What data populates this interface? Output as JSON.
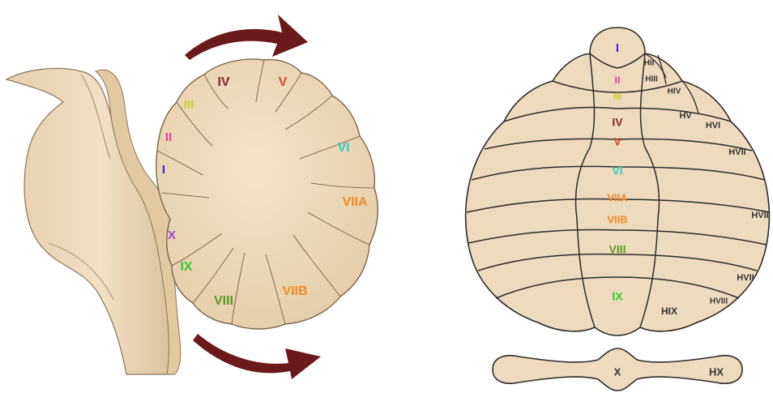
{
  "lateral_view": {
    "lobules": [
      {
        "id": "I",
        "label": "I",
        "color": "#3333cc"
      },
      {
        "id": "II",
        "label": "II",
        "color": "#e0409a"
      },
      {
        "id": "III",
        "label": "III",
        "color": "#cccc33"
      },
      {
        "id": "IV",
        "label": "IV",
        "color": "#7a2a2a"
      },
      {
        "id": "V",
        "label": "V",
        "color": "#d04a2a"
      },
      {
        "id": "VI",
        "label": "VI",
        "color": "#33cccc"
      },
      {
        "id": "VIIA",
        "label": "VIIA",
        "color": "#f08a2a"
      },
      {
        "id": "VIIB",
        "label": "VIIB",
        "color": "#f08a2a"
      },
      {
        "id": "VIII",
        "label": "VIII",
        "color": "#5a9a2a"
      },
      {
        "id": "IX",
        "label": "IX",
        "color": "#33cc33"
      },
      {
        "id": "X",
        "label": "X",
        "color": "#a040e0"
      }
    ]
  },
  "flat_map": {
    "vermis": [
      {
        "id": "I",
        "label": "I",
        "color": "#3333cc"
      },
      {
        "id": "II",
        "label": "II",
        "color": "#e0409a"
      },
      {
        "id": "III",
        "label": "III",
        "color": "#cccc33"
      },
      {
        "id": "IV",
        "label": "IV",
        "color": "#7a2a2a"
      },
      {
        "id": "V",
        "label": "V",
        "color": "#d04a2a"
      },
      {
        "id": "VI",
        "label": "VI",
        "color": "#33cccc"
      },
      {
        "id": "VIIA",
        "label": "VIIA",
        "color": "#f08a2a"
      },
      {
        "id": "VIIB",
        "label": "VIIB",
        "color": "#f08a2a"
      },
      {
        "id": "VIII",
        "label": "VIII",
        "color": "#5a9a2a"
      },
      {
        "id": "IX",
        "label": "IX",
        "color": "#33cc33"
      }
    ],
    "hemispheres": [
      {
        "id": "HII",
        "label": "HII"
      },
      {
        "id": "HIII",
        "label": "HIII"
      },
      {
        "id": "HIV",
        "label": "HIV"
      },
      {
        "id": "HV",
        "label": "HV"
      },
      {
        "id": "HVI",
        "label": "HVI"
      },
      {
        "id": "HVIIA",
        "label": "HVII"
      },
      {
        "id": "HVIIB",
        "label": "HVII"
      },
      {
        "id": "HVIIC",
        "label": "HVII"
      },
      {
        "id": "HVIII",
        "label": "HVIII"
      },
      {
        "id": "HIX",
        "label": "HIX"
      }
    ],
    "flocculonodular": {
      "nodulus": {
        "label": "X"
      },
      "flocculus": {
        "label": "HX"
      }
    }
  },
  "colors": {
    "tissue": "#eedbbd",
    "outline": "#2b2b2b",
    "arrow": "#6a1a1a",
    "dark_label": "#333333"
  }
}
